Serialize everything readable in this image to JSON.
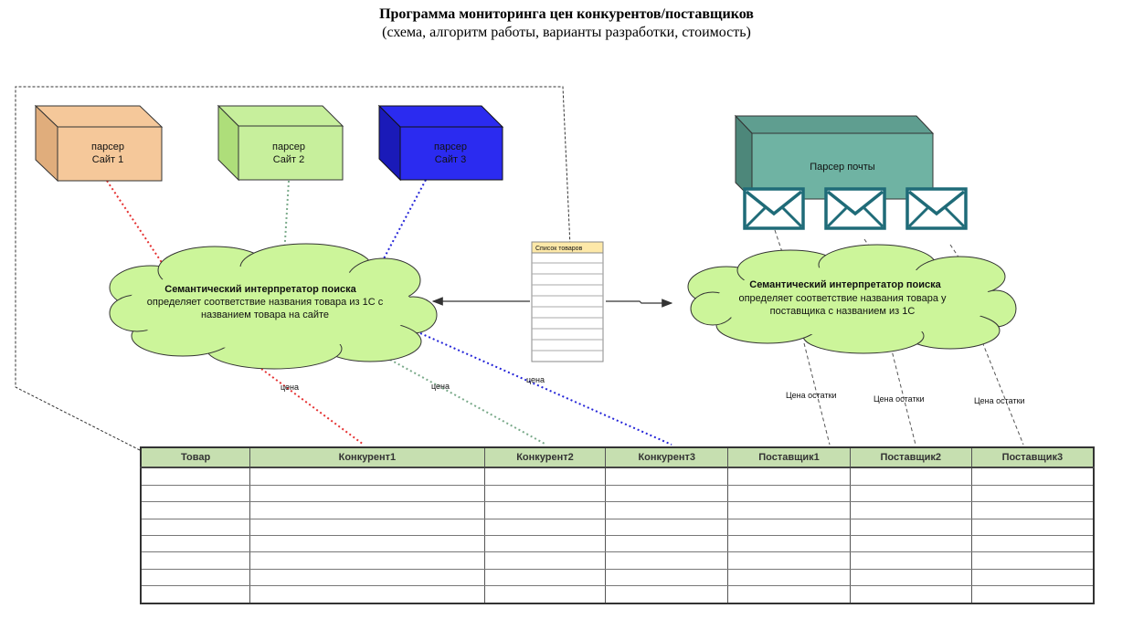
{
  "title": "Программа мониторинга цен конкурентов/поставщиков",
  "subtitle": "(схема, алгоритм работы, варианты разработки, стоимость)",
  "parsers": [
    {
      "line1": "парсер",
      "line2": "Сайт 1",
      "color": "#f5c89a"
    },
    {
      "line1": "парсер",
      "line2": "Сайт 2",
      "color": "#c7ef9c"
    },
    {
      "line1": "парсер",
      "line2": "Сайт 3",
      "color": "#2b2bf0"
    }
  ],
  "mail_parser": {
    "label": "Парсер почты",
    "color": "#6fb3a3"
  },
  "left_cloud": {
    "title": "Семантический интерпретатор поиска",
    "line2": "определяет  соответствие названия товара из 1С с",
    "line3": "названием товара на сайте"
  },
  "right_cloud": {
    "title": "Семантический интерпретатор поиска",
    "line2": "определяет  соответствие названия товара у",
    "line3": "поставщика с названием из 1С"
  },
  "product_list": {
    "header": "Список товаров"
  },
  "edge_labels": {
    "price": "цена",
    "price_stock": "Цена остатки"
  },
  "colors": {
    "cloud": "#ccf59a",
    "red_line": "#e53030",
    "green_line": "#7aaa8a",
    "blue_line": "#2424d8",
    "table_header": "#c6dfb0"
  },
  "table": {
    "columns": [
      "Товар",
      "Конкурент1",
      "Конкурент2",
      "Конкурент3",
      "Поставщик1",
      "Поставщик2",
      "Поставщик3"
    ]
  }
}
